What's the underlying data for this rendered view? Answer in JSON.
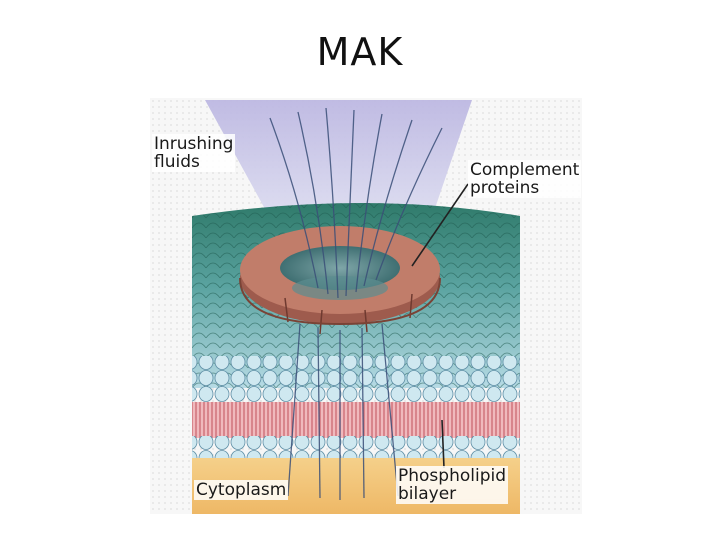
{
  "slide": {
    "title": "MAK"
  },
  "labels": {
    "inrushing_fluids": "Inrushing\nfluids",
    "complement_proteins": "Complement\nproteins",
    "cytoplasm": "Cytoplasm",
    "phospholipid_bilayer": "Phospholipid\nbilayer"
  },
  "colors": {
    "membrane_green": "#3e8c78",
    "membrane_light": "#a7d3dc",
    "lipid_head": "#c9e3ee",
    "tail_pink": "#e8a0a6",
    "pore_brown": "#b86e5c",
    "cytoplasm_orange": "#f1c27a",
    "fluid_lavender": "#c9c7e6"
  }
}
